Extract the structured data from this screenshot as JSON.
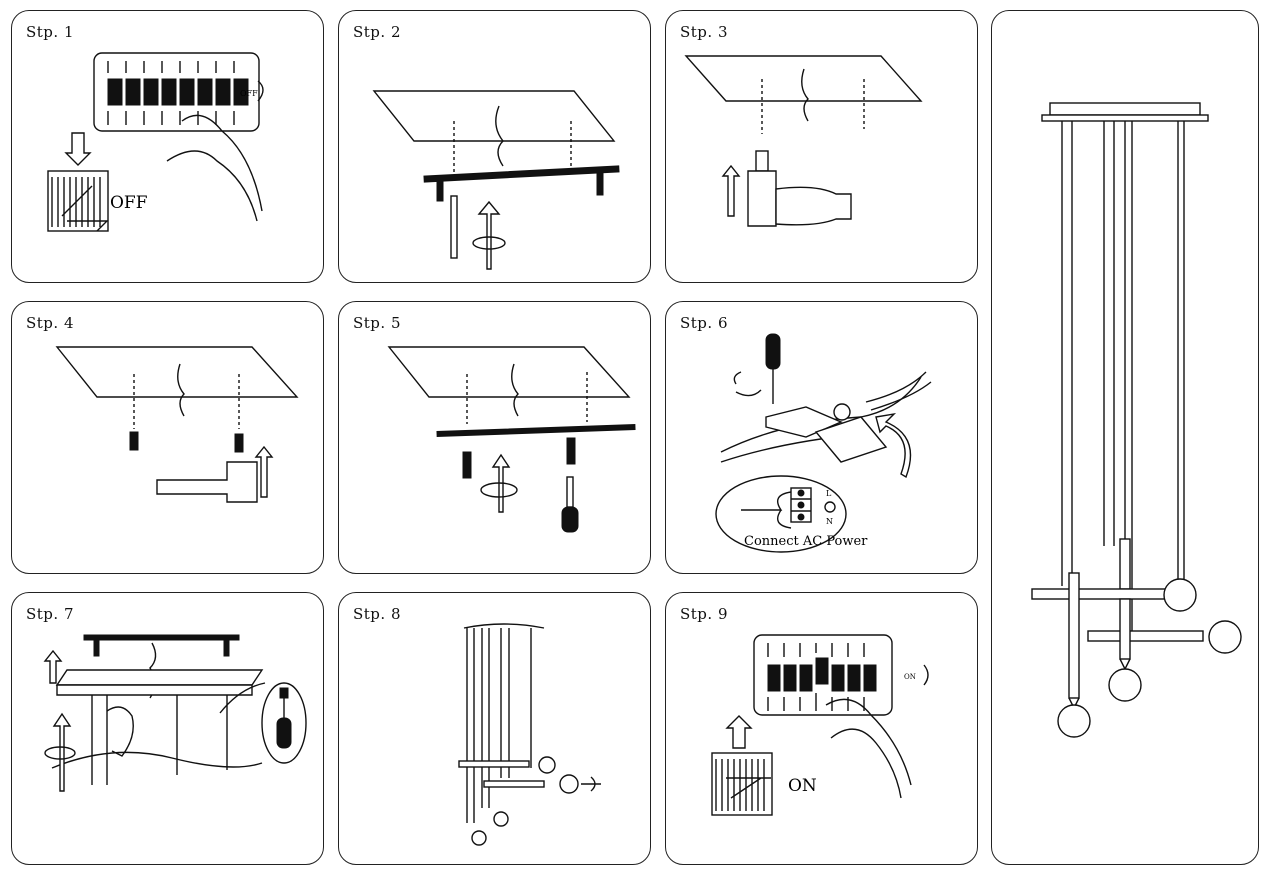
{
  "steps": [
    {
      "label": "Stp. 1",
      "caption": "OFF",
      "switch_text": "OFF"
    },
    {
      "label": "Stp. 2"
    },
    {
      "label": "Stp. 3"
    },
    {
      "label": "Stp. 4"
    },
    {
      "label": "Stp. 5"
    },
    {
      "label": "Stp. 6",
      "caption": "Connect AC Power",
      "terminal_labels": [
        "L",
        "N"
      ]
    },
    {
      "label": "Stp. 7"
    },
    {
      "label": "Stp. 8"
    },
    {
      "label": "Stp. 9",
      "caption": "ON",
      "switch_text": "ON"
    }
  ]
}
